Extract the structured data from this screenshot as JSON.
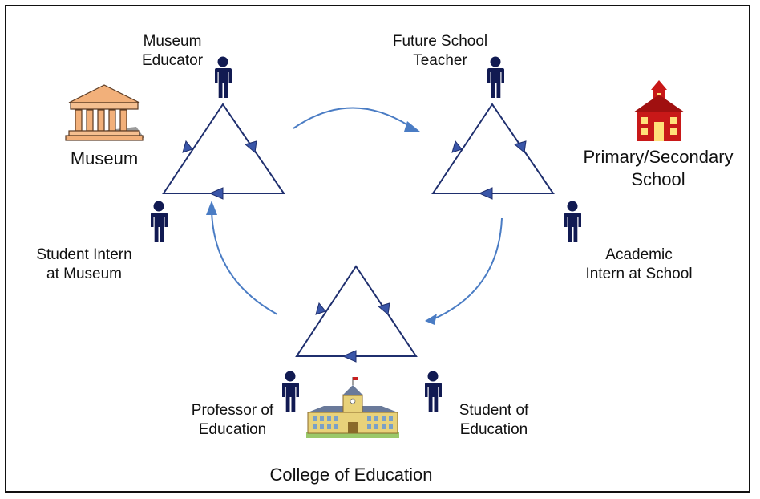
{
  "labels": {
    "museum_educator": [
      "Museum",
      "Educator"
    ],
    "future_teacher": [
      "Future School",
      "Teacher"
    ],
    "museum": "Museum",
    "school": [
      "Primary/Secondary",
      "School"
    ],
    "student_intern": [
      "Student Intern",
      "at Museum"
    ],
    "academic_intern": [
      "Academic",
      "Intern at School"
    ],
    "professor": [
      "Professor of",
      "Education"
    ],
    "student_education": [
      "Student of",
      "Education"
    ],
    "college": "College of Education"
  },
  "colors": {
    "triangle": "#1f2f6e",
    "cycle_arrow": "#4a7cc4",
    "person": "#111a52",
    "museum_building": "#f2b07a",
    "school_building": "#c81818",
    "college_building": "#e8d27a"
  },
  "icons": [
    "museum-building-icon",
    "school-house-icon",
    "college-building-icon",
    "person-icon"
  ]
}
